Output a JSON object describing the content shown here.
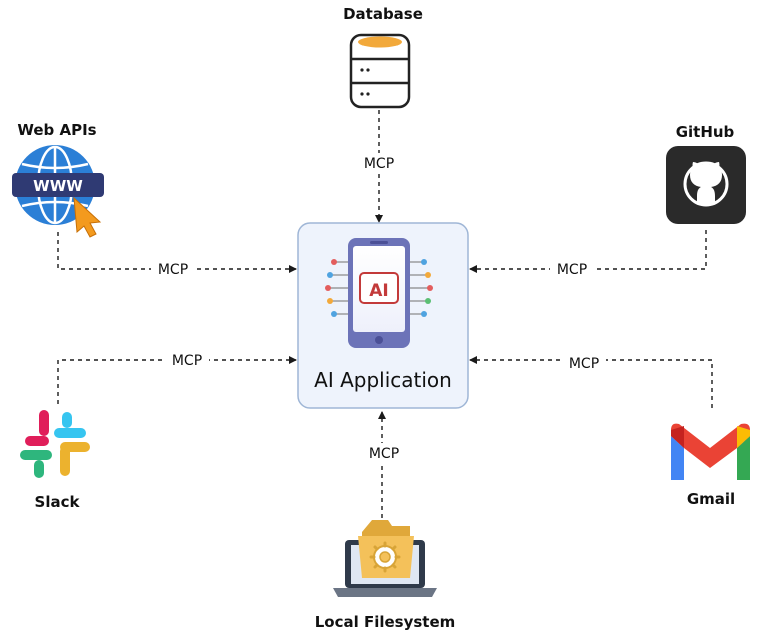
{
  "center": {
    "title": "AI Application",
    "badge": "AI"
  },
  "nodes": {
    "database": {
      "label": "Database",
      "icon": "database-icon"
    },
    "web_apis": {
      "label": "Web APIs",
      "icon": "globe-www-icon",
      "badge": "WWW"
    },
    "github": {
      "label": "GitHub",
      "icon": "github-icon"
    },
    "slack": {
      "label": "Slack",
      "icon": "slack-icon"
    },
    "gmail": {
      "label": "Gmail",
      "icon": "gmail-icon"
    },
    "local_filesystem": {
      "label": "Local Filesystem",
      "icon": "folder-laptop-icon"
    }
  },
  "edges": {
    "database": "MCP",
    "web_apis": "MCP",
    "github": "MCP",
    "slack": "MCP",
    "gmail": "MCP",
    "local_filesystem": "MCP"
  },
  "colors": {
    "center_box_fill": "#eef3fc",
    "center_box_stroke": "#9fb6d6",
    "phone_frame": "#6c73b8",
    "database_gold": "#f2a93b",
    "globe_blue": "#2b7fd6",
    "github_dark": "#2a2a2a",
    "folder_yellow": "#f4c15a"
  }
}
